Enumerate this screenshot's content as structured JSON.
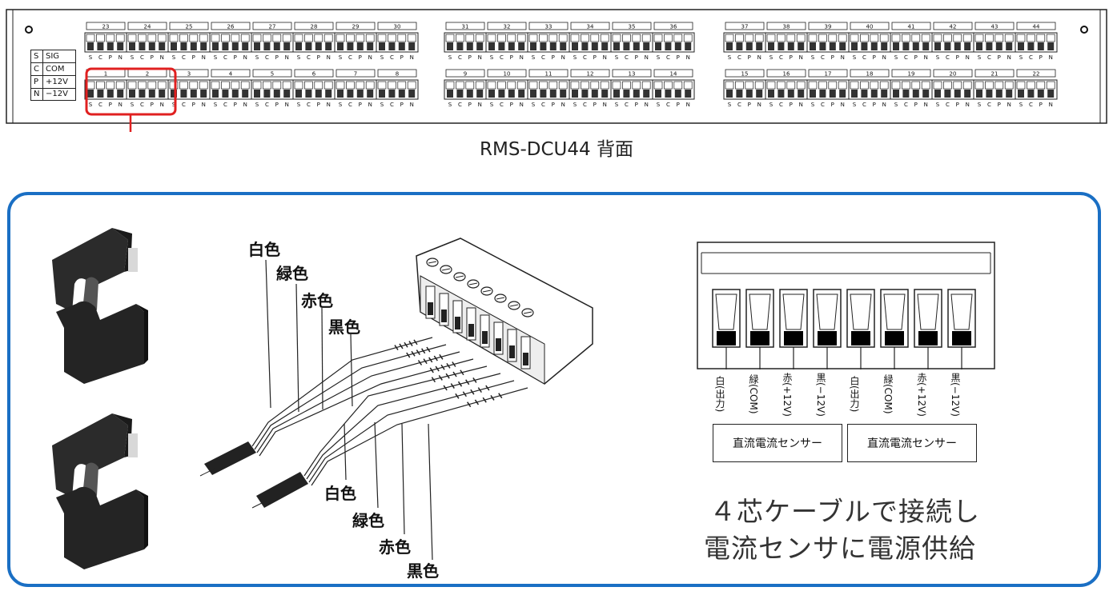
{
  "device": {
    "caption": "RMS-DCU44 背面",
    "legend": [
      {
        "code": "S",
        "label": "SIG"
      },
      {
        "code": "C",
        "label": "COM"
      },
      {
        "code": "P",
        "label": "+12V"
      },
      {
        "code": "N",
        "label": "−12V"
      }
    ],
    "pin_letters": "S C P N S C P N",
    "top_left_channels": [
      "23",
      "24",
      "25",
      "26",
      "27",
      "28",
      "29",
      "30"
    ],
    "top_mid_channels": [
      "31",
      "32",
      "33",
      "34",
      "35",
      "36"
    ],
    "top_right_channels": [
      "37",
      "38",
      "39",
      "40",
      "41",
      "42",
      "43",
      "44"
    ],
    "bottom_left_channels": [
      "1",
      "2",
      "3",
      "4",
      "5",
      "6",
      "7",
      "8"
    ],
    "bottom_mid_channels": [
      "9",
      "10",
      "11",
      "12",
      "13",
      "14"
    ],
    "bottom_right_channels": [
      "15",
      "16",
      "17",
      "18",
      "19",
      "20",
      "21",
      "22"
    ],
    "highlight_color": "#e02020"
  },
  "wiring": {
    "top_labels": [
      "白色",
      "緑色",
      "赤色",
      "黒色"
    ],
    "bottom_labels": [
      "白色",
      "緑色",
      "赤色",
      "黒色"
    ]
  },
  "pinout": {
    "pins": [
      "白(出力)",
      "緑(COM)",
      "赤(+12V)",
      "黒(−12V)",
      "白(出力)",
      "緑(COM)",
      "赤(+12V)",
      "黒(−12V)"
    ],
    "sensors": [
      "直流電流センサー",
      "直流電流センサー"
    ]
  },
  "description": {
    "line1": "４芯ケーブルで接続し",
    "line2": "電流センサに電源供給"
  },
  "colors": {
    "panel_border": "#1a6fc4",
    "highlight": "#e02020"
  }
}
